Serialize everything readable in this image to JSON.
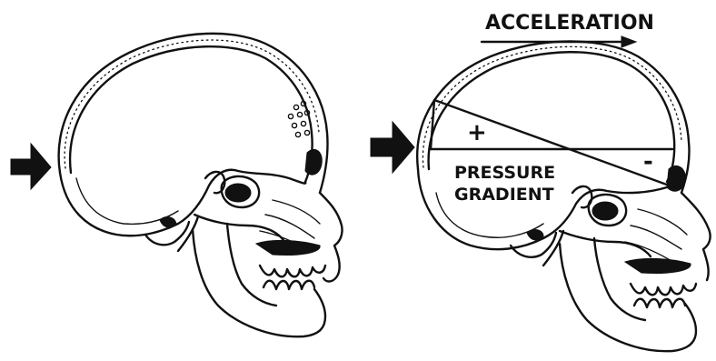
{
  "labels": {
    "acceleration": "ACCELERATION",
    "pressure_line1": "PRESSURE",
    "pressure_line2": "GRADIENT",
    "plus_sign": "+",
    "minus_sign": "-"
  },
  "panels": [
    {
      "id": "left",
      "content": "skull in sagittal section with impact arrow"
    },
    {
      "id": "right",
      "content": "skull with acceleration arrow and pressure gradient wedge"
    }
  ],
  "colors": {
    "ink": "#111111",
    "background": "#ffffff"
  }
}
